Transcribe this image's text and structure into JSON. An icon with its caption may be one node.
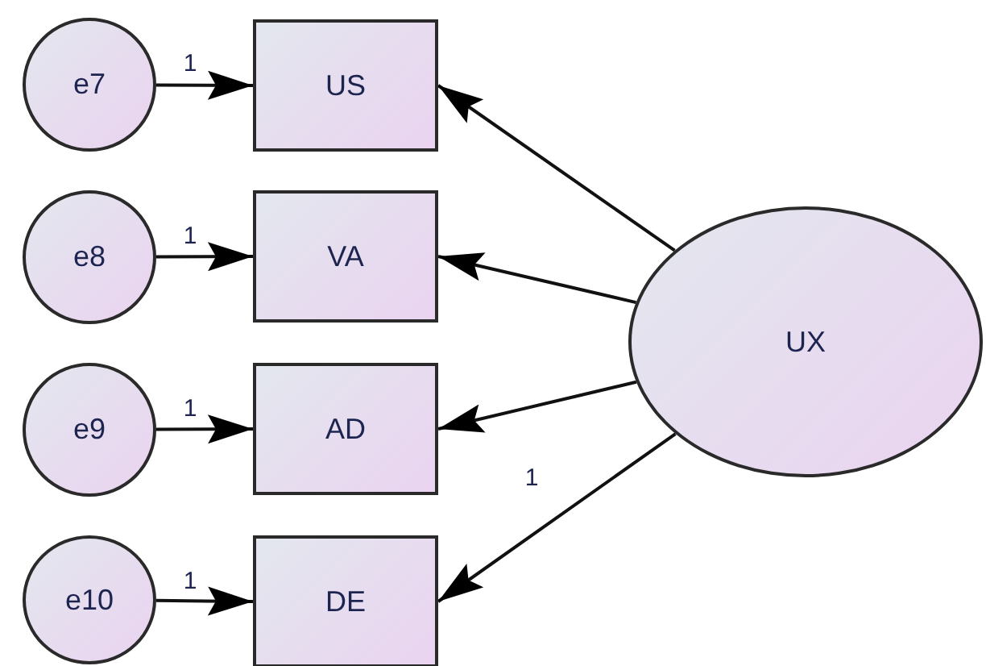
{
  "diagram": {
    "nodes": [
      {
        "text": [
          "e7"
        ]
      },
      {
        "text": [
          "US"
        ]
      },
      {
        "text": [
          "e8"
        ]
      },
      {
        "text": [
          "VA"
        ]
      },
      {
        "text": [
          "e9"
        ]
      },
      {
        "text": [
          "AD"
        ]
      },
      {
        "text": [
          "e10"
        ]
      },
      {
        "text": [
          "DE"
        ]
      },
      {
        "text": [
          "UX"
        ]
      }
    ],
    "edges": [
      {
        "from": 0,
        "to": 1,
        "arrow": "to",
        "label": "1"
      },
      {
        "from": 2,
        "to": 3,
        "arrow": "to",
        "label": "1"
      },
      {
        "from": 4,
        "to": 5,
        "arrow": "to",
        "label": "1"
      },
      {
        "from": 6,
        "to": 7,
        "arrow": "to",
        "label": "1"
      },
      {
        "from": 8,
        "to": 1,
        "arrow": "to"
      },
      {
        "from": 8,
        "to": 3,
        "arrow": "to"
      },
      {
        "from": 8,
        "to": 5,
        "arrow": "to"
      },
      {
        "from": 8,
        "to": 7,
        "arrow": "to",
        "label": "1"
      }
    ]
  }
}
